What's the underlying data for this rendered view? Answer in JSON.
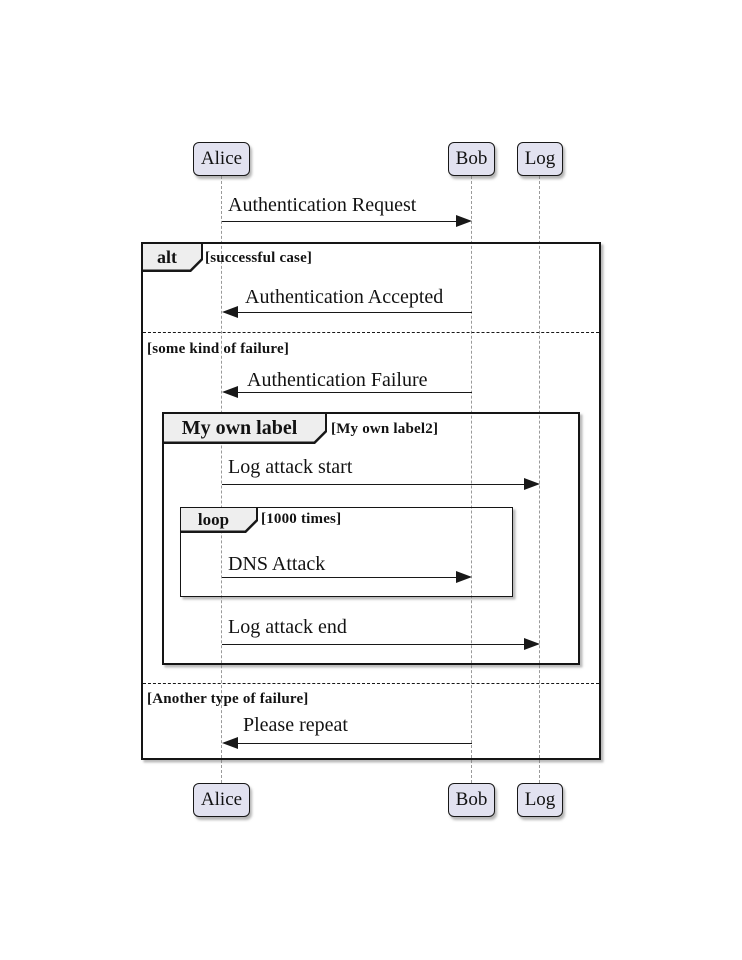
{
  "diagram": {
    "type": "uml-sequence-diagram",
    "participants": [
      {
        "name": "Alice"
      },
      {
        "name": "Bob"
      },
      {
        "name": "Log"
      }
    ],
    "messages": {
      "auth_request": "Authentication Request",
      "auth_accepted": "Authentication Accepted",
      "auth_failure": "Authentication Failure",
      "log_attack_start": "Log attack start",
      "dns_attack": "DNS Attack",
      "log_attack_end": "Log attack end",
      "please_repeat": "Please repeat"
    },
    "frames": {
      "alt": {
        "label": "alt",
        "guard": "[successful case]"
      },
      "my_own": {
        "label": "My own label",
        "guard": "[My own label2]"
      },
      "loop": {
        "label": "loop",
        "guard": "[1000 times]"
      },
      "divider1": "[some kind of failure]",
      "divider2": "[Another type of failure]"
    },
    "colors": {
      "participant_fill": "#E2E2F0",
      "frame_label_fill": "#EEEEEE",
      "border": "#181818",
      "lifeline": "#9A9A9A",
      "background": "#FFFFFF"
    }
  }
}
